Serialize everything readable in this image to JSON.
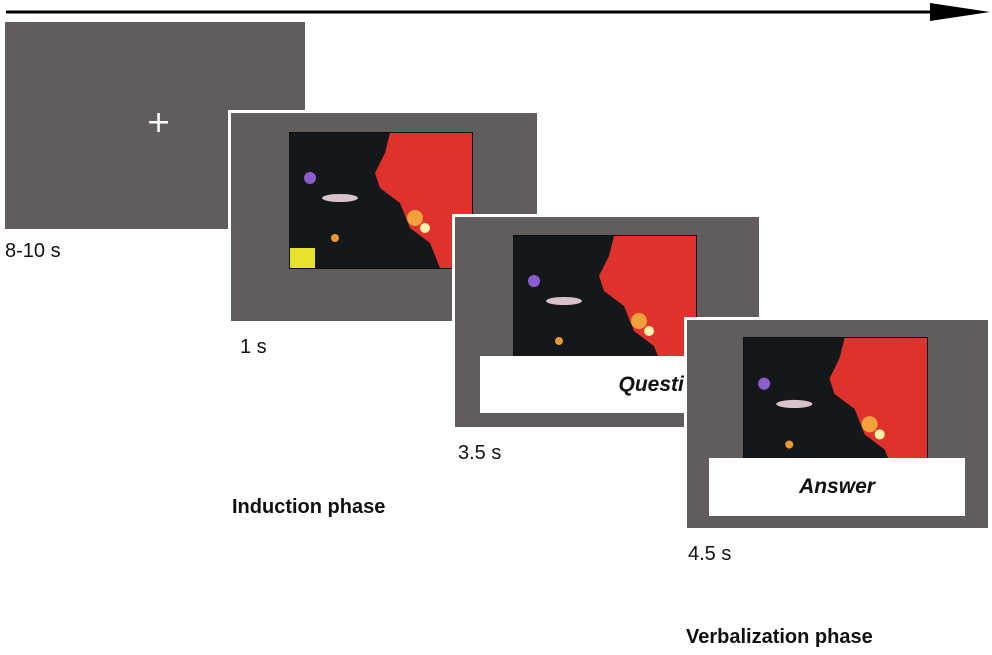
{
  "timeline": {
    "arrow_icon": "arrow-right-icon"
  },
  "fixation": {
    "symbol": "+",
    "duration": "8-10 s"
  },
  "stimulus": {
    "duration": "1 s"
  },
  "question_screen": {
    "label": "Question",
    "duration": "3.5 s"
  },
  "answer_screen": {
    "label": "Answer",
    "duration": "4.5 s"
  },
  "phases": {
    "induction": "Induction phase",
    "verbalization": "Verbalization phase"
  },
  "colors": {
    "screen_gray": "#615d5c",
    "stimulus_red": "#e0322c",
    "stimulus_dark": "#15181a",
    "arrow": "#000000"
  }
}
